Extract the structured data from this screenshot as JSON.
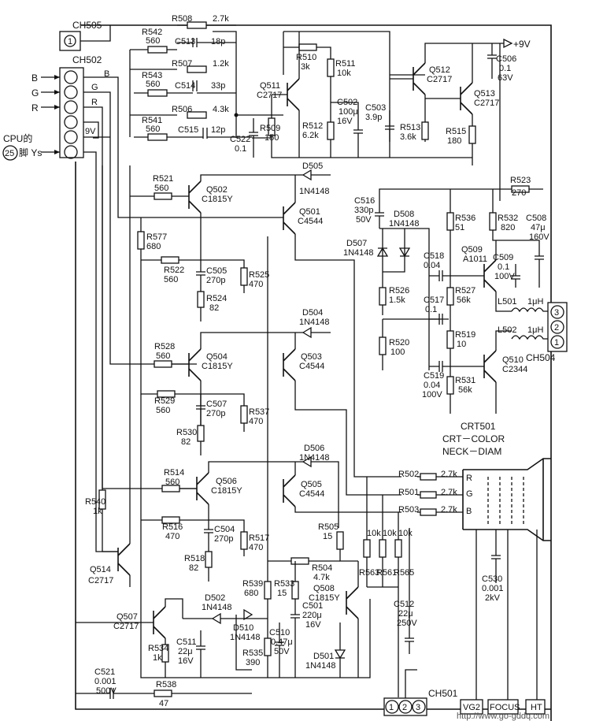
{
  "connectors": {
    "ch505": {
      "ref": "CH505",
      "pin": "1"
    },
    "ch502": {
      "ref": "CH502"
    },
    "ch504": {
      "ref": "CH504",
      "pins": [
        "3",
        "2",
        "1"
      ]
    },
    "ch501": {
      "ref": "CH501",
      "pins": [
        "1",
        "2",
        "3"
      ]
    }
  },
  "inputs": {
    "b": "B",
    "g": "G",
    "r": "R",
    "cpu": "CPU的",
    "pin": "25",
    "pin_suffix": "脚 Ys"
  },
  "wire_labels": {
    "b": "B",
    "g": "G",
    "r": "R",
    "v9": "9V",
    "plus9v": "+9V"
  },
  "resistors": [
    {
      "ref": "R508",
      "val": "2.7k"
    },
    {
      "ref": "R542",
      "val": "560"
    },
    {
      "ref": "R507",
      "val": "1.2k"
    },
    {
      "ref": "R543",
      "val": "560"
    },
    {
      "ref": "R506",
      "val": "4.3k"
    },
    {
      "ref": "R541",
      "val": "560"
    },
    {
      "ref": "R510",
      "val": "3k"
    },
    {
      "ref": "R511",
      "val": "10k"
    },
    {
      "ref": "R509",
      "val": "150"
    },
    {
      "ref": "R512",
      "val": "6.2k"
    },
    {
      "ref": "R513",
      "val": "3.6k"
    },
    {
      "ref": "R515",
      "val": "180"
    },
    {
      "ref": "R521",
      "val": "560"
    },
    {
      "ref": "R577",
      "val": "680"
    },
    {
      "ref": "R522",
      "val": "560"
    },
    {
      "ref": "R524",
      "val": "82"
    },
    {
      "ref": "R525",
      "val": "470"
    },
    {
      "ref": "R528",
      "val": "560"
    },
    {
      "ref": "R529",
      "val": "560"
    },
    {
      "ref": "R530",
      "val": "82"
    },
    {
      "ref": "R537",
      "val": "470"
    },
    {
      "ref": "R514",
      "val": "560"
    },
    {
      "ref": "R516",
      "val": "470"
    },
    {
      "ref": "R518",
      "val": "82"
    },
    {
      "ref": "R517",
      "val": "470"
    },
    {
      "ref": "R540",
      "val": "1k"
    },
    {
      "ref": "R523",
      "val": "270"
    },
    {
      "ref": "R526",
      "val": "1.5k"
    },
    {
      "ref": "R536",
      "val": "51"
    },
    {
      "ref": "R520",
      "val": "100"
    },
    {
      "ref": "R527",
      "val": "56k"
    },
    {
      "ref": "R519",
      "val": "10"
    },
    {
      "ref": "R531",
      "val": "56k"
    },
    {
      "ref": "R532",
      "val": "820"
    },
    {
      "ref": "R502",
      "val": "2.7k"
    },
    {
      "ref": "R501",
      "val": "2.7k"
    },
    {
      "ref": "R503",
      "val": "2.7k"
    },
    {
      "ref": "R505",
      "val": "15"
    },
    {
      "ref": "R563",
      "val": "10k"
    },
    {
      "ref": "R561",
      "val": "10k"
    },
    {
      "ref": "R565",
      "val": "10k"
    },
    {
      "ref": "R504",
      "val": "4.7k"
    },
    {
      "ref": "R539",
      "val": "680"
    },
    {
      "ref": "R533",
      "val": "15"
    },
    {
      "ref": "R534",
      "val": "1k"
    },
    {
      "ref": "R535",
      "val": "390"
    },
    {
      "ref": "R538",
      "val": "47"
    }
  ],
  "capacitors": [
    {
      "ref": "C513",
      "val": "18p"
    },
    {
      "ref": "C514",
      "val": "33p"
    },
    {
      "ref": "C515",
      "val": "12p"
    },
    {
      "ref": "C522",
      "val": "0.1"
    },
    {
      "ref": "C502",
      "val": "100μ",
      "val2": "16V"
    },
    {
      "ref": "C503",
      "val": "3.9p"
    },
    {
      "ref": "C506",
      "val": "0.1",
      "val2": "63V"
    },
    {
      "ref": "C505",
      "val": "270p"
    },
    {
      "ref": "C507",
      "val": "270p"
    },
    {
      "ref": "C504",
      "val": "270p"
    },
    {
      "ref": "C516",
      "val": "330p",
      "val2": "50V"
    },
    {
      "ref": "C518",
      "val": "0.04"
    },
    {
      "ref": "C517",
      "val": "0.1"
    },
    {
      "ref": "C519",
      "val": "0.04",
      "val2": "100V"
    },
    {
      "ref": "C508",
      "val": "47μ",
      "val2": "160V"
    },
    {
      "ref": "C509",
      "val": "0.1",
      "val2": "100V"
    },
    {
      "ref": "C530",
      "val": "0.001",
      "val2": "2kV"
    },
    {
      "ref": "C512",
      "val": "22μ",
      "val2": "250V"
    },
    {
      "ref": "C501",
      "val": "220μ",
      "val2": "16V"
    },
    {
      "ref": "C510",
      "val": "0.47μ",
      "val2": "50V"
    },
    {
      "ref": "C511",
      "val": "22μ",
      "val2": "16V"
    },
    {
      "ref": "C521",
      "val": "0.001",
      "val2": "500V"
    }
  ],
  "transistors": [
    {
      "ref": "Q511",
      "type": "C2717"
    },
    {
      "ref": "Q512",
      "type": "C2717"
    },
    {
      "ref": "Q513",
      "type": "C2717"
    },
    {
      "ref": "Q502",
      "type": "C1815Y"
    },
    {
      "ref": "Q501",
      "type": "C4544"
    },
    {
      "ref": "Q504",
      "type": "C1815Y"
    },
    {
      "ref": "Q503",
      "type": "C4544"
    },
    {
      "ref": "Q506",
      "type": "C1815Y"
    },
    {
      "ref": "Q505",
      "type": "C4544"
    },
    {
      "ref": "Q509",
      "type": "A1011"
    },
    {
      "ref": "Q510",
      "type": "C2344"
    },
    {
      "ref": "Q514",
      "type": "C2717"
    },
    {
      "ref": "Q508",
      "type": "C1815Y"
    },
    {
      "ref": "Q507",
      "type": "C2717"
    }
  ],
  "diodes": [
    {
      "ref": "D505",
      "type": "1N4148"
    },
    {
      "ref": "D504",
      "type": "1N4148"
    },
    {
      "ref": "D506",
      "type": "1N4148"
    },
    {
      "ref": "D508",
      "type": "1N4148"
    },
    {
      "ref": "D507",
      "type": "1N4148"
    },
    {
      "ref": "D502",
      "type": "1N4148"
    },
    {
      "ref": "D510",
      "type": "1N4148"
    },
    {
      "ref": "D501",
      "type": "1N4148"
    }
  ],
  "inductors": [
    {
      "ref": "L501",
      "val": "1μH"
    },
    {
      "ref": "L502",
      "val": "1μH"
    }
  ],
  "crt": {
    "ref": "CRT501",
    "line1": "CRT－COLOR",
    "line2": "NECK－DIAM",
    "pins": [
      "R",
      "G",
      "B"
    ]
  },
  "terminals": [
    {
      "label": "VG2"
    },
    {
      "label": "FOCUS"
    },
    {
      "label": "HT"
    }
  ],
  "watermark": "http://www.go-gddq.com"
}
